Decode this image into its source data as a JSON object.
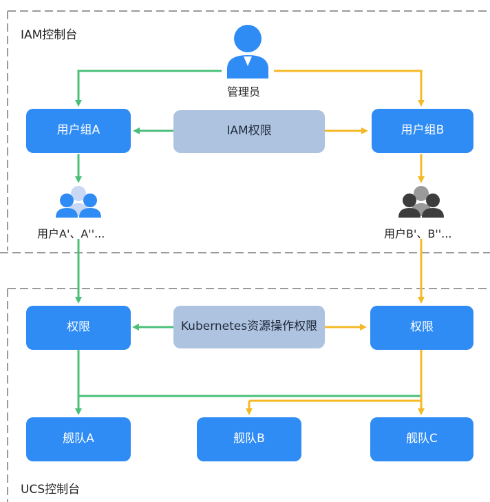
{
  "iam_region": {
    "label": "IAM控制台"
  },
  "ucs_region": {
    "label": "UCS控制台"
  },
  "admin": {
    "label": "管理员"
  },
  "iam_permission": {
    "label": "IAM权限"
  },
  "user_group_a": {
    "label": "用户组A"
  },
  "user_group_b": {
    "label": "用户组B"
  },
  "users_a": {
    "label": "用户A'、A''..."
  },
  "users_b": {
    "label": "用户B'、B''..."
  },
  "k8s_permission": {
    "label": "Kubernetes资源操作权限"
  },
  "permission_a": {
    "label": "权限"
  },
  "permission_b": {
    "label": "权限"
  },
  "fleet_a": {
    "label": "舰队A"
  },
  "fleet_b": {
    "label": "舰队B"
  },
  "fleet_c": {
    "label": "舰队C"
  },
  "colors": {
    "green": "#4bbf7a",
    "yellow": "#f5b925",
    "blue": "#2f8cf5",
    "grey": "#aec3e0",
    "dashed": "#9a9a9a"
  }
}
